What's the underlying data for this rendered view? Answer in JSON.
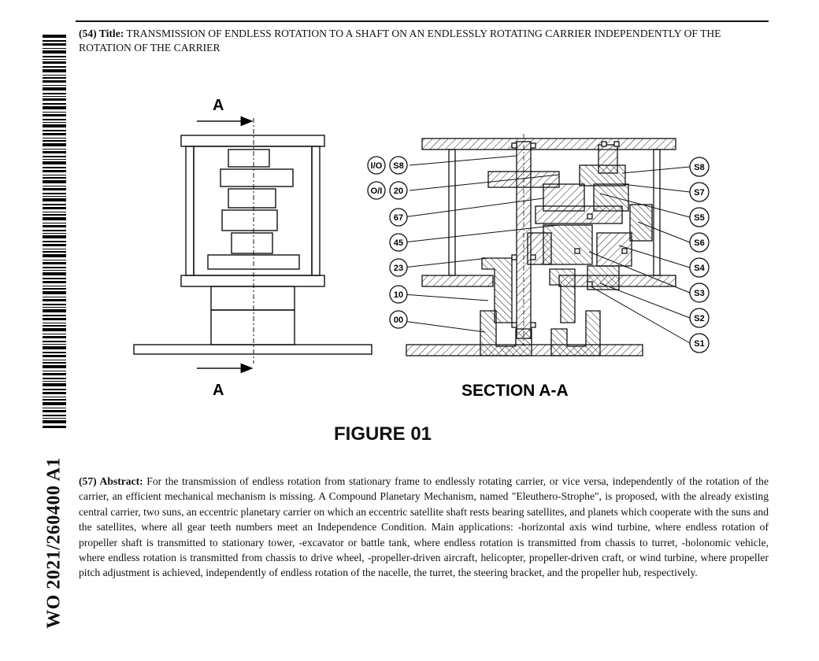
{
  "publication_number": "WO 2021/260400 A1",
  "title": {
    "label": "(54) Title:",
    "text": "TRANSMISSION OF ENDLESS ROTATION TO A SHAFT ON AN ENDLESSLY ROTATING CARRIER INDEPENDENTLY OF THE ROTATION OF THE CARRIER"
  },
  "figure": {
    "section_marker": "A",
    "section_marker_bottom": "A",
    "section_title": "SECTION A-A",
    "caption": "FIGURE 01",
    "left_labels": [
      "I/O",
      "S8",
      "O/I",
      "20",
      "67",
      "45",
      "23",
      "10",
      "00"
    ],
    "right_labels": [
      "S8",
      "S7",
      "S5",
      "S6",
      "S4",
      "S3",
      "S2",
      "S1"
    ]
  },
  "abstract": {
    "label": "(57) Abstract:",
    "text": "For the transmission of endless rotation from stationary frame to endlessly rotating carrier, or vice versa, independently of the rotation of the carrier, an efficient mechanical mechanism is missing. A Compound Planetary Mechanism, named \"Eleuthero-Strophe\", is proposed, with the already existing central carrier, two suns, an eccentric planetary carrier on which an eccentric satellite shaft rests bearing satellites, and planets which cooperate with the suns and the satellites, where all gear teeth numbers meet an Independence Condition. Main applications: -horizontal axis wind turbine, where endless rotation of propeller shaft is transmitted to stationary tower, -excavator or battle tank, where endless rotation is transmitted from chassis to turret, -holonomic vehicle, where endless rotation is transmitted from chassis to drive wheel, -propeller-driven aircraft, helicopter, propeller-driven craft, or wind turbine, where propeller pitch adjustment is achieved, independently of endless rotation of the nacelle, the turret, the steering bracket, and the propeller hub, respectively."
  }
}
